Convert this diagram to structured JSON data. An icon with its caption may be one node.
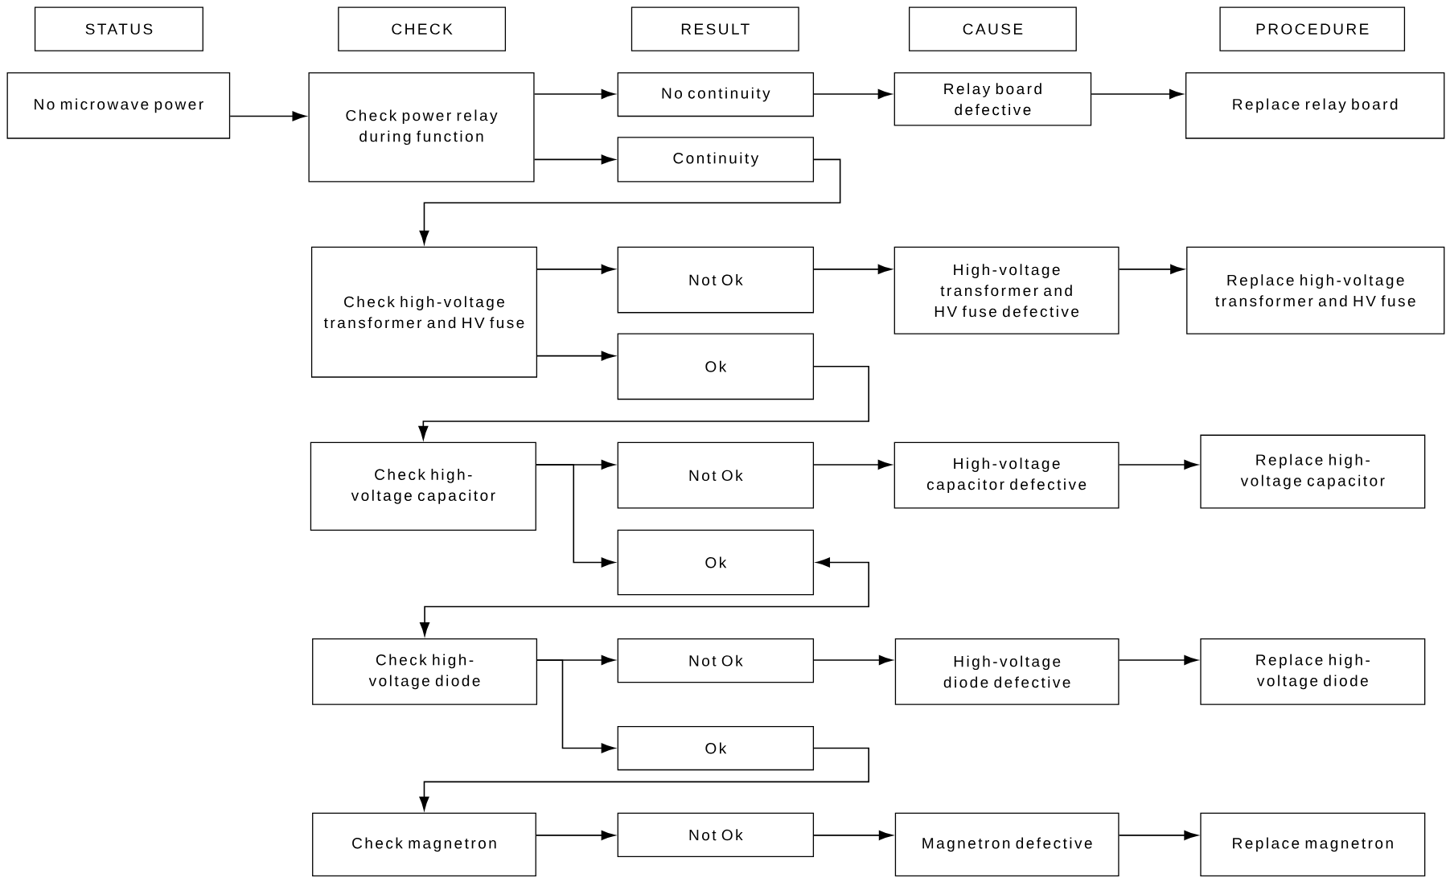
{
  "diagram": {
    "nodes": [
      {
        "text": [
          "STATUS"
        ]
      },
      {
        "text": [
          "CHECK"
        ]
      },
      {
        "text": [
          "RESULT"
        ]
      },
      {
        "text": [
          "CAUSE"
        ]
      },
      {
        "text": [
          "PROCEDURE"
        ]
      },
      {
        "text": [
          "No microwave power"
        ]
      },
      {
        "text": [
          "Check power relay during function"
        ]
      },
      {
        "text": [
          "No continuity"
        ]
      },
      {
        "text": [
          "Continuity"
        ]
      },
      {
        "text": [
          "Relay board defective"
        ]
      },
      {
        "text": [
          "Replace relay board"
        ]
      },
      {
        "text": [
          "Check high-voltage transformer and HV fuse"
        ]
      },
      {
        "text": [
          "Not Ok"
        ]
      },
      {
        "text": [
          "Ok"
        ]
      },
      {
        "text": [
          "High-voltage transformer and HV fuse defective"
        ]
      },
      {
        "text": [
          "Replace high-voltage transformer and HV fuse"
        ]
      },
      {
        "text": [
          "Check high-voltage capacitor"
        ]
      },
      {
        "text": [
          "Not Ok"
        ]
      },
      {
        "text": [
          "Ok"
        ]
      },
      {
        "text": [
          "High-voltage capacitor defective"
        ]
      },
      {
        "text": [
          "Replace high-voltage capacitor"
        ]
      },
      {
        "text": [
          "Check high-voltage diode"
        ]
      },
      {
        "text": [
          "Not Ok"
        ]
      },
      {
        "text": [
          "Ok"
        ]
      },
      {
        "text": [
          "High-voltage diode defective"
        ]
      },
      {
        "text": [
          "Replace high-voltage diode"
        ]
      },
      {
        "text": [
          "Check magnetron"
        ]
      },
      {
        "text": [
          "Not Ok"
        ]
      },
      {
        "text": [
          "Magnetron defective"
        ]
      },
      {
        "text": [
          "Replace magnetron"
        ]
      }
    ],
    "edges": [
      {
        "from": 5,
        "to": 6,
        "arrow": "to"
      },
      {
        "from": 6,
        "to": 7,
        "arrow": "to"
      },
      {
        "from": 6,
        "to": 8,
        "arrow": "to"
      },
      {
        "from": 7,
        "to": 9,
        "arrow": "to"
      },
      {
        "from": 9,
        "to": 10,
        "arrow": "to"
      },
      {
        "from": 8,
        "to": 11,
        "arrow": "to"
      },
      {
        "from": 11,
        "to": 12,
        "arrow": "to"
      },
      {
        "from": 11,
        "to": 13,
        "arrow": "to"
      },
      {
        "from": 12,
        "to": 14,
        "arrow": "to"
      },
      {
        "from": 14,
        "to": 15,
        "arrow": "to"
      },
      {
        "from": 13,
        "to": 16,
        "arrow": "to"
      },
      {
        "from": 16,
        "to": 17,
        "arrow": "to"
      },
      {
        "from": 16,
        "to": 18,
        "arrow": "to"
      },
      {
        "from": 17,
        "to": 19,
        "arrow": "to"
      },
      {
        "from": 19,
        "to": 20,
        "arrow": "to"
      },
      {
        "from": 18,
        "to": 21,
        "arrow": "both"
      },
      {
        "from": 21,
        "to": 22,
        "arrow": "to"
      },
      {
        "from": 21,
        "to": 23,
        "arrow": "to"
      },
      {
        "from": 22,
        "to": 24,
        "arrow": "to"
      },
      {
        "from": 24,
        "to": 25,
        "arrow": "to"
      },
      {
        "from": 23,
        "to": 26,
        "arrow": "to"
      },
      {
        "from": 26,
        "to": 27,
        "arrow": "to"
      },
      {
        "from": 27,
        "to": 28,
        "arrow": "to"
      },
      {
        "from": 28,
        "to": 29,
        "arrow": "to"
      }
    ]
  }
}
